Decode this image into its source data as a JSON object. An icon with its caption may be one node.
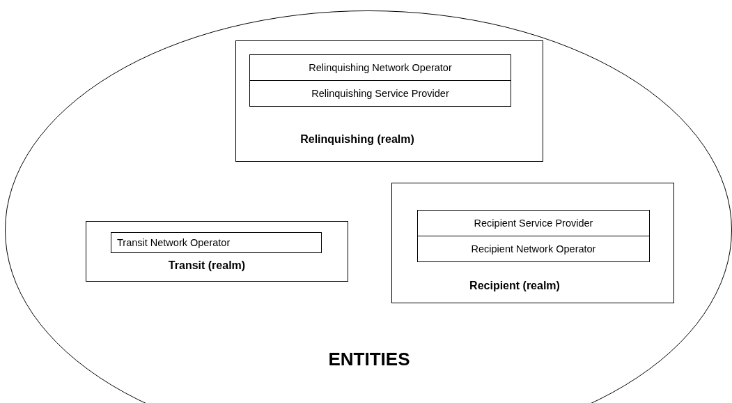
{
  "diagram": {
    "nodes": [
      {
        "text": [
          "ENTITIES"
        ]
      },
      {
        "text": [
          "Relinquishing (realm)"
        ],
        "in": 0
      },
      {
        "text": [
          "Relinquishing Network Operator"
        ],
        "in": 1
      },
      {
        "text": [
          "Relinquishing Service Provider"
        ],
        "in": 1
      },
      {
        "text": [
          "Transit (realm)"
        ],
        "in": 0
      },
      {
        "text": [
          "Transit Network Operator"
        ],
        "in": 4
      },
      {
        "text": [
          "Recipient (realm)"
        ],
        "in": 0
      },
      {
        "text": [
          "Recipient Service Provider"
        ],
        "in": 6
      },
      {
        "text": [
          "Recipient Network Operator"
        ],
        "in": 6
      }
    ]
  }
}
